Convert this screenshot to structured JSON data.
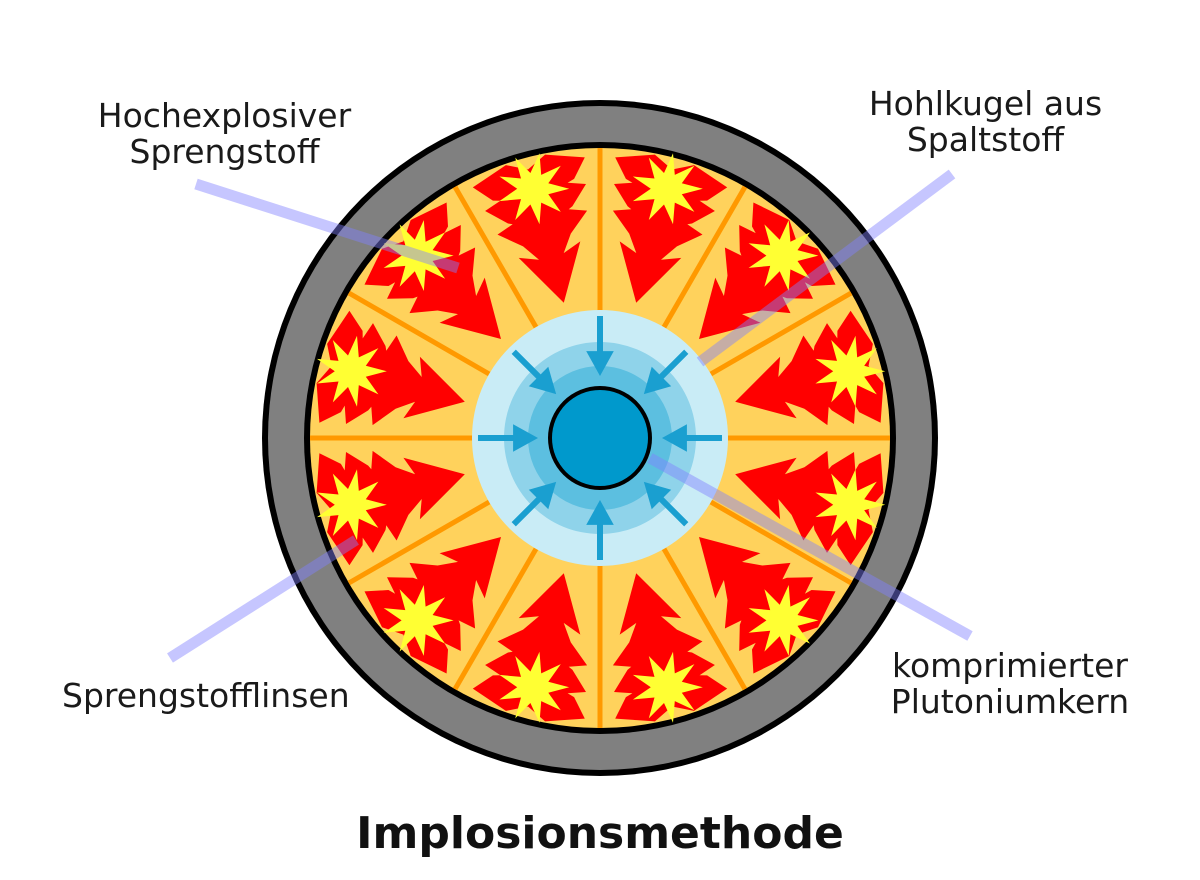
{
  "title": "Implosionsmethode",
  "labels": {
    "high_explosive": [
      "Hochexplosiver",
      "Sprengstoff"
    ],
    "hollow_sphere": [
      "Hohlkugel aus",
      "Spaltstoff"
    ],
    "lenses": [
      "Sprengstofflinsen"
    ],
    "core": [
      "komprimierter",
      "Plutoniumkern"
    ]
  },
  "colors": {
    "casing": "#808080",
    "explosive": "#ffd25c",
    "separator": "#ff9900",
    "flame_outer": "#ff0000",
    "flame_inner": "#ffff33",
    "hollow_sphere_light": "#c9ecf6",
    "hollow_sphere_mid": "#8fd3ea",
    "hollow_sphere_dark": "#5cbfe0",
    "core": "#0099cc",
    "arrows": "#1a9fd0",
    "leader_lines": "#8080ff"
  },
  "lens_count": 12
}
